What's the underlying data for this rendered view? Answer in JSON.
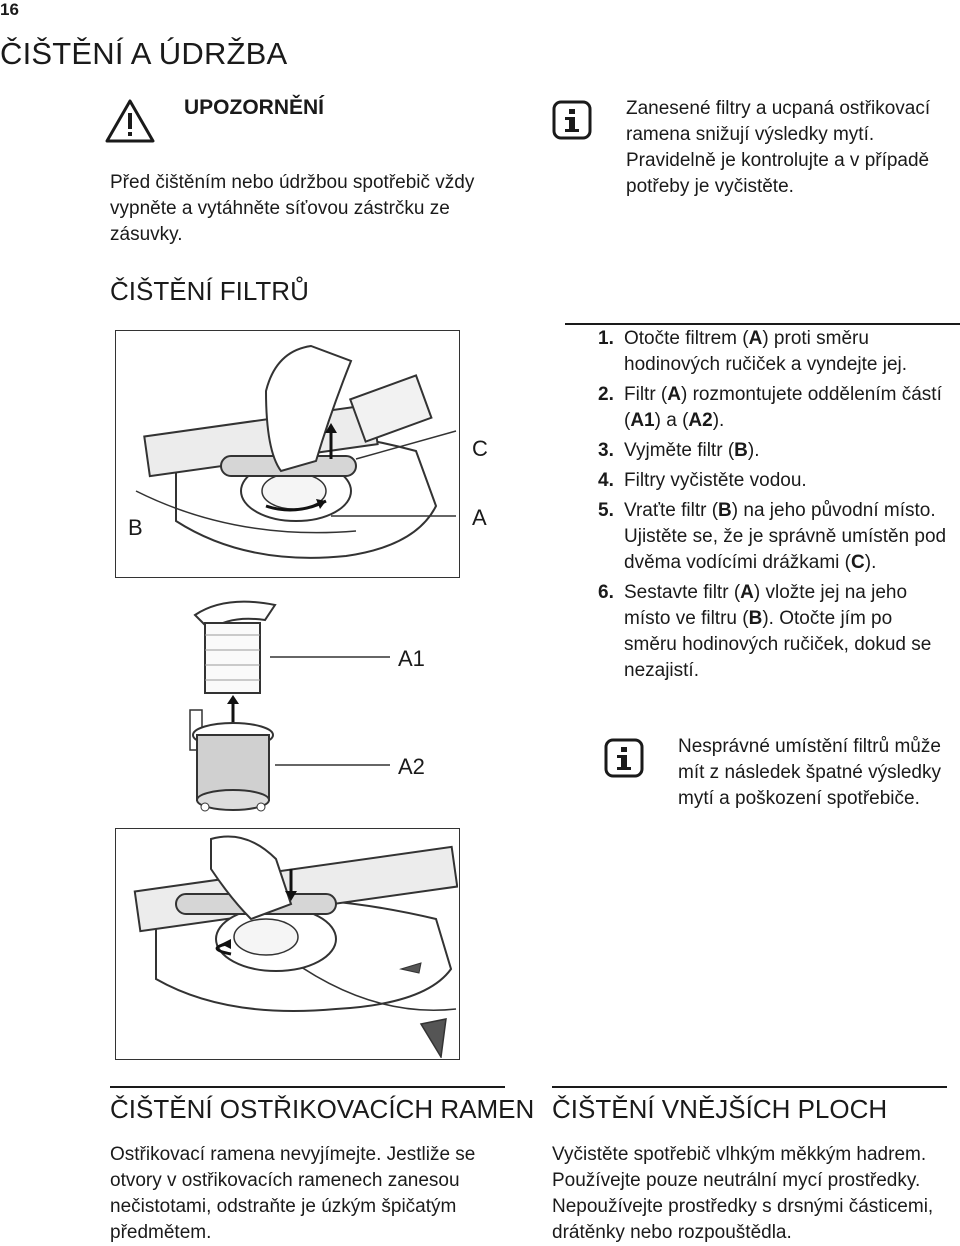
{
  "page_number": "16",
  "main_title": "ČIŠTĚNÍ A ÚDRŽBA",
  "warning": {
    "title": "UPOZORNĚNÍ",
    "body": "Před čištěním nebo údržbou spotřebič vždy vypněte a vytáhněte síťovou zástrčku ze zásuvky."
  },
  "info1": "Zanesené filtry a ucpaná ostřikovací ramena snižují výsledky mytí. Pravidelně je kontrolujte a v případě potřeby je vyčistěte.",
  "filters_section": {
    "title": "ČIŠTĚNÍ FILTRŮ",
    "labels": {
      "B": "B",
      "C": "C",
      "A": "A",
      "A1": "A1",
      "A2": "A2"
    },
    "steps": [
      {
        "num": "1.",
        "parts": [
          "Otočte filtrem (",
          "A",
          ") proti směru hodinových ručiček a vyndejte jej."
        ]
      },
      {
        "num": "2.",
        "parts": [
          "Filtr (",
          "A",
          ") rozmontujete oddělením částí (",
          "A1",
          ") a (",
          "A2",
          ")."
        ]
      },
      {
        "num": "3.",
        "parts": [
          "Vyjměte filtr (",
          "B",
          ")."
        ]
      },
      {
        "num": "4.",
        "parts": [
          "Filtry vyčistěte vodou."
        ]
      },
      {
        "num": "5.",
        "parts": [
          "Vraťte filtr (",
          "B",
          ") na jeho původní místo. Ujistěte se, že je správně umístěn pod dvěma vodícími drážkami (",
          "C",
          ")."
        ]
      },
      {
        "num": "6.",
        "parts": [
          "Sestavte filtr (",
          "A",
          ") vložte jej na jeho místo ve filtru (",
          "B",
          "). Otočte jím po směru hodinových ručiček, dokud se nezajistí."
        ]
      }
    ],
    "info2": "Nesprávné umístění filtrů může mít z následek špatné výsledky mytí a poškození spotřebiče."
  },
  "spray_arms": {
    "title": "ČIŠTĚNÍ OSTŘIKOVACÍCH RAMEN",
    "body": "Ostřikovací ramena nevyjímejte. Jestliže se otvory v ostřikovacích ramenech zanesou nečistotami, odstraňte je úzkým špičatým předmětem."
  },
  "external": {
    "title": "ČIŠTĚNÍ VNĚJŠÍCH PLOCH",
    "body": "Vyčistěte spotřebič vlhkým měkkým hadrem. Používejte pouze neutrální mycí prostředky. Nepoužívejte prostředky s drsnými částicemi, drátěnky nebo rozpouštědla."
  }
}
